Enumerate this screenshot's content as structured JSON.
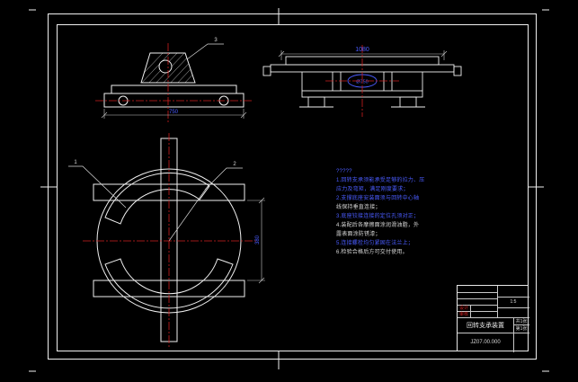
{
  "colors": {
    "background": "#000000",
    "line": "#f0f0f0",
    "centerline": "#cf2020",
    "dimension_text": "#4a5cff",
    "title_block_red": "#cf2020"
  },
  "front_view": {
    "width_dim": "750",
    "balloon": "3"
  },
  "side_view": {
    "length_dim": "1080",
    "balloon_text": "Ø750"
  },
  "plan_view": {
    "height_dim": "380",
    "balloon_left": "1",
    "balloon_right": "2"
  },
  "notes": {
    "lines": [
      "?????",
      "1.回转支承须能承受足够的拉力、压",
      "应力及弯矩，满足刚度要求；",
      "2.支撑底座安装面须与回转中心轴",
      "线保持垂直连接；",
      "3.底座铰接连接的定位孔须对正；",
      "4.装配后各摩擦面涂润滑油脂，外",
      "露表面涂防锈漆；",
      "5.连接螺栓均匀紧固在法兰上；",
      "6.检验合格后方可交付使用。"
    ]
  },
  "title_block": {
    "design_label": "设计",
    "check_label": "审核",
    "scale_value": "1:5",
    "title": "回转支承装置",
    "drawing_no": "JZ07.00.000",
    "sheet_top": "共1张",
    "sheet_bottom": "第1张"
  }
}
